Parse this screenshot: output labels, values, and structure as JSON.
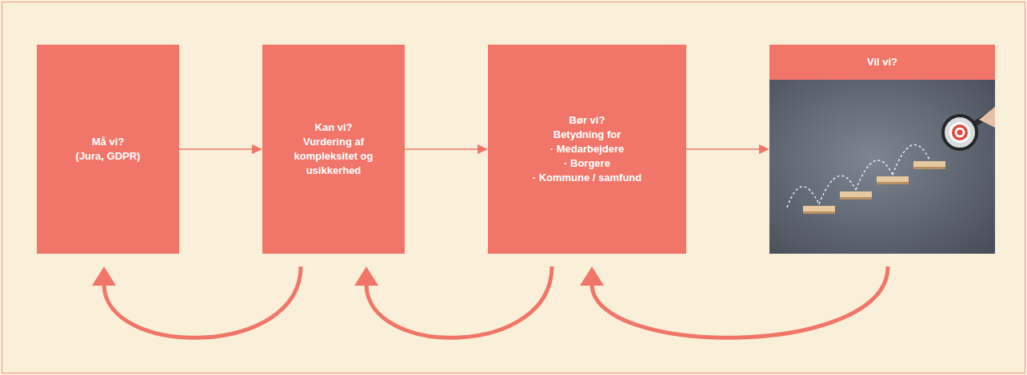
{
  "diagram": {
    "nodes": [
      {
        "text": [
          "Må vi?",
          "(Jura, GDPR)"
        ]
      },
      {
        "text": [
          "Kan vi?",
          "Vurdering af kompleksitet og usikkerhed"
        ]
      },
      {
        "text": [
          "Bør vi?",
          "Betydning for",
          "· Medarbejdere",
          "· Borgere",
          "· Kommune / samfund"
        ]
      },
      {
        "text": [
          "Vil vi?"
        ]
      }
    ],
    "edges": [
      {
        "from": 0,
        "to": 1,
        "arrow": "to"
      },
      {
        "from": 1,
        "to": 2,
        "arrow": "to"
      },
      {
        "from": 2,
        "to": 3,
        "arrow": "to"
      },
      {
        "from": 1,
        "to": 0,
        "arrow": "to"
      },
      {
        "from": 2,
        "to": 1,
        "arrow": "to"
      },
      {
        "from": 3,
        "to": 2,
        "arrow": "to"
      }
    ]
  }
}
